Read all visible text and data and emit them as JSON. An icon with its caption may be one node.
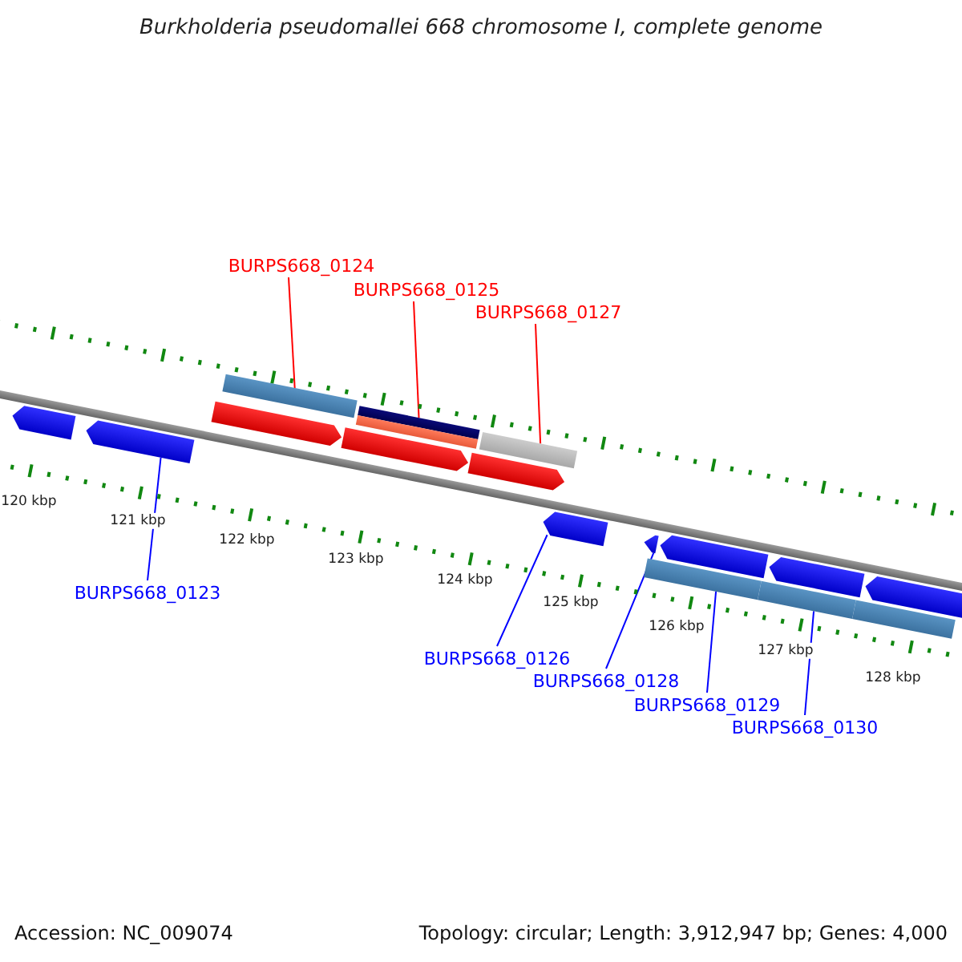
{
  "diagram": {
    "title": "Burkholderia pseudomallei 668 chromosome I, complete genome",
    "nodes": [
      {
        "text": [
          "BURPS668_0124"
        ]
      },
      {
        "text": [
          "BURPS668_0125"
        ]
      },
      {
        "text": [
          "BURPS668_0127"
        ]
      },
      {
        "text": [
          "BURPS668_0123"
        ]
      },
      {
        "text": [
          "BURPS668_0126"
        ]
      },
      {
        "text": [
          "BURPS668_0128"
        ]
      },
      {
        "text": [
          "BURPS668_0129"
        ]
      },
      {
        "text": [
          "BURPS668_0130"
        ]
      },
      {
        "text": [],
        "shape": "pentagon"
      },
      {
        "text": [],
        "shape": "pentagon"
      },
      {
        "text": [],
        "shape": "bar"
      },
      {
        "text": [],
        "shape": "pentagon"
      },
      {
        "text": [],
        "shape": "bar"
      },
      {
        "text": [],
        "shape": "bar"
      },
      {
        "text": [],
        "shape": "pentagon"
      },
      {
        "text": [],
        "shape": "bar"
      },
      {
        "text": [],
        "shape": "pentagon"
      },
      {
        "text": [],
        "shape": "pentagon"
      },
      {
        "text": [],
        "shape": "pentagon"
      },
      {
        "text": [],
        "shape": "bar"
      },
      {
        "text": [],
        "shape": "pentagon"
      },
      {
        "text": [],
        "shape": "bar"
      },
      {
        "text": [],
        "shape": "pentagon"
      },
      {
        "text": [],
        "shape": "bar"
      },
      {
        "text": [],
        "shape": "pentagon"
      }
    ],
    "edges": [
      {
        "from": 0,
        "to": 10,
        "arrow": "none",
        "color": "#ff0000"
      },
      {
        "from": 1,
        "to": 12,
        "arrow": "none",
        "color": "#ff0000"
      },
      {
        "from": 2,
        "to": 15,
        "arrow": "none",
        "color": "#ff0000"
      },
      {
        "from": 3,
        "to": 9,
        "arrow": "none"
      },
      {
        "from": 4,
        "to": 17,
        "arrow": "none"
      },
      {
        "from": 5,
        "to": 18,
        "arrow": "none"
      },
      {
        "from": 6,
        "to": 19,
        "arrow": "none"
      },
      {
        "from": 7,
        "to": 21,
        "arrow": "none"
      }
    ],
    "labels": [
      "120 kbp",
      "121 kbp",
      "122 kbp",
      "123 kbp",
      "124 kbp",
      "125 kbp",
      "126 kbp",
      "127 kbp",
      "128 kbp",
      "Accession: NC_009074",
      "Topology: circular; Length: 3,912,947 bp; Genes: 4,000"
    ]
  }
}
